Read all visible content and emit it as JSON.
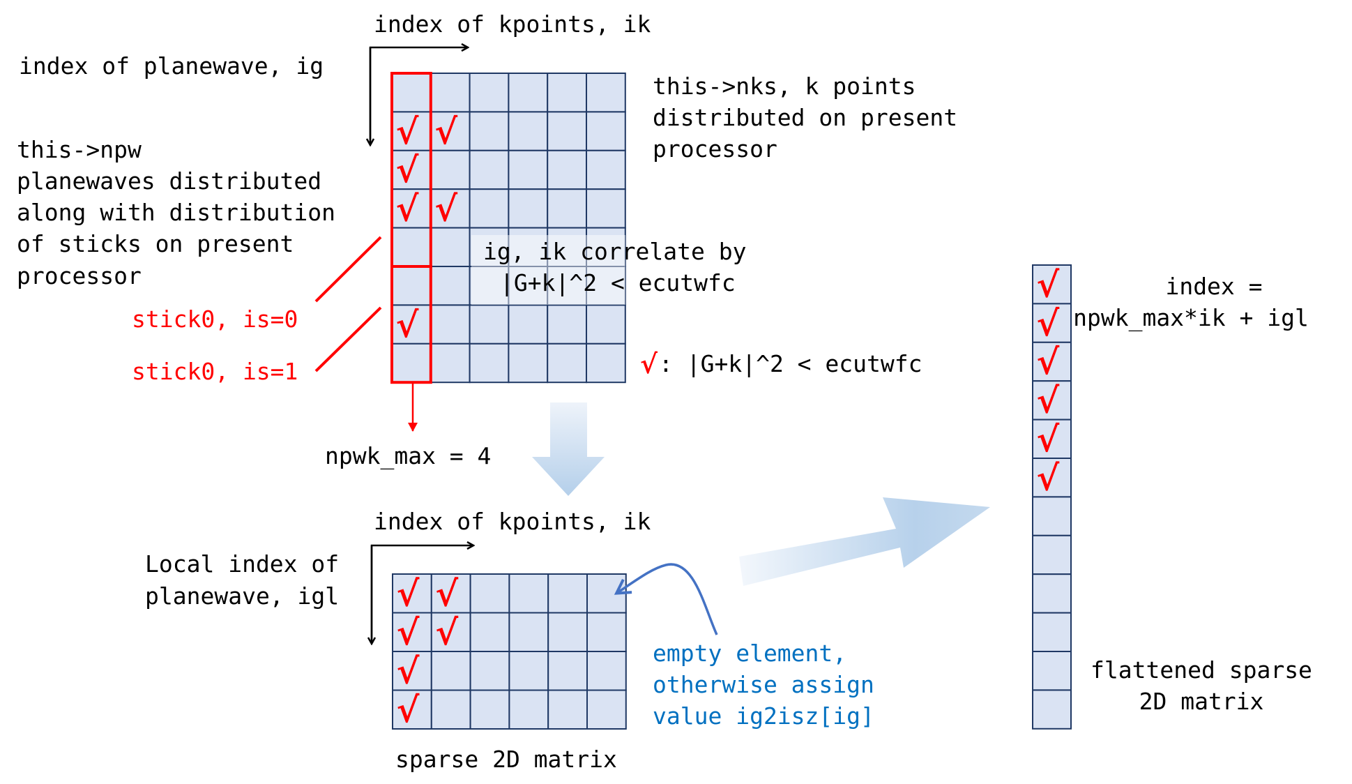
{
  "top_matrix": {
    "axis_col_label": "index of kpoints, ik",
    "axis_row_label": "index of planewave, ig",
    "rows": 8,
    "cols": 6,
    "checked_cells": [
      [
        1,
        0
      ],
      [
        1,
        1
      ],
      [
        2,
        0
      ],
      [
        3,
        0
      ],
      [
        3,
        1
      ],
      [
        6,
        0
      ]
    ],
    "nks_note": [
      "this->nks, k points",
      "distributed on present",
      "processor"
    ],
    "npw_note": [
      "this->npw",
      "planewaves distributed",
      "along with distribution",
      "of sticks on present",
      "processor"
    ],
    "correlate_note": [
      "ig, ik correlate by",
      "|G+k|^2 < ecutwfc"
    ],
    "legend": {
      "symbol": "√",
      "text": ": |G+k|^2 < ecutwfc"
    },
    "sticks": [
      {
        "label": "stick0, is=0",
        "rows": [
          0,
          4
        ]
      },
      {
        "label": "stick0, is=1",
        "rows": [
          5,
          7
        ]
      }
    ],
    "npwk_max_label": "npwk_max = 4"
  },
  "bottom_matrix": {
    "axis_col_label": "index of kpoints, ik",
    "axis_row_label": [
      "Local index of",
      "planewave, igl"
    ],
    "rows": 4,
    "cols": 6,
    "checked_cells": [
      [
        0,
        0
      ],
      [
        0,
        1
      ],
      [
        1,
        0
      ],
      [
        1,
        1
      ],
      [
        2,
        0
      ],
      [
        3,
        0
      ]
    ],
    "caption": "sparse 2D matrix",
    "empty_note": [
      "empty element,",
      "otherwise assign",
      "value ig2isz[ig]"
    ]
  },
  "flat_matrix": {
    "cells": 12,
    "checked_count": 6,
    "index_note": [
      "index =",
      "npwk_max*ik + igl"
    ],
    "caption": [
      "flattened sparse",
      "2D matrix"
    ]
  },
  "colors": {
    "cell_fill": "#dae3f3",
    "grid_line": "#1f3864",
    "highlight": "#ff0000",
    "note_blue": "#0070c0",
    "curve_arrow": "#4472c4",
    "flow_arrow": "#b4cfea"
  },
  "check_glyph": "√"
}
